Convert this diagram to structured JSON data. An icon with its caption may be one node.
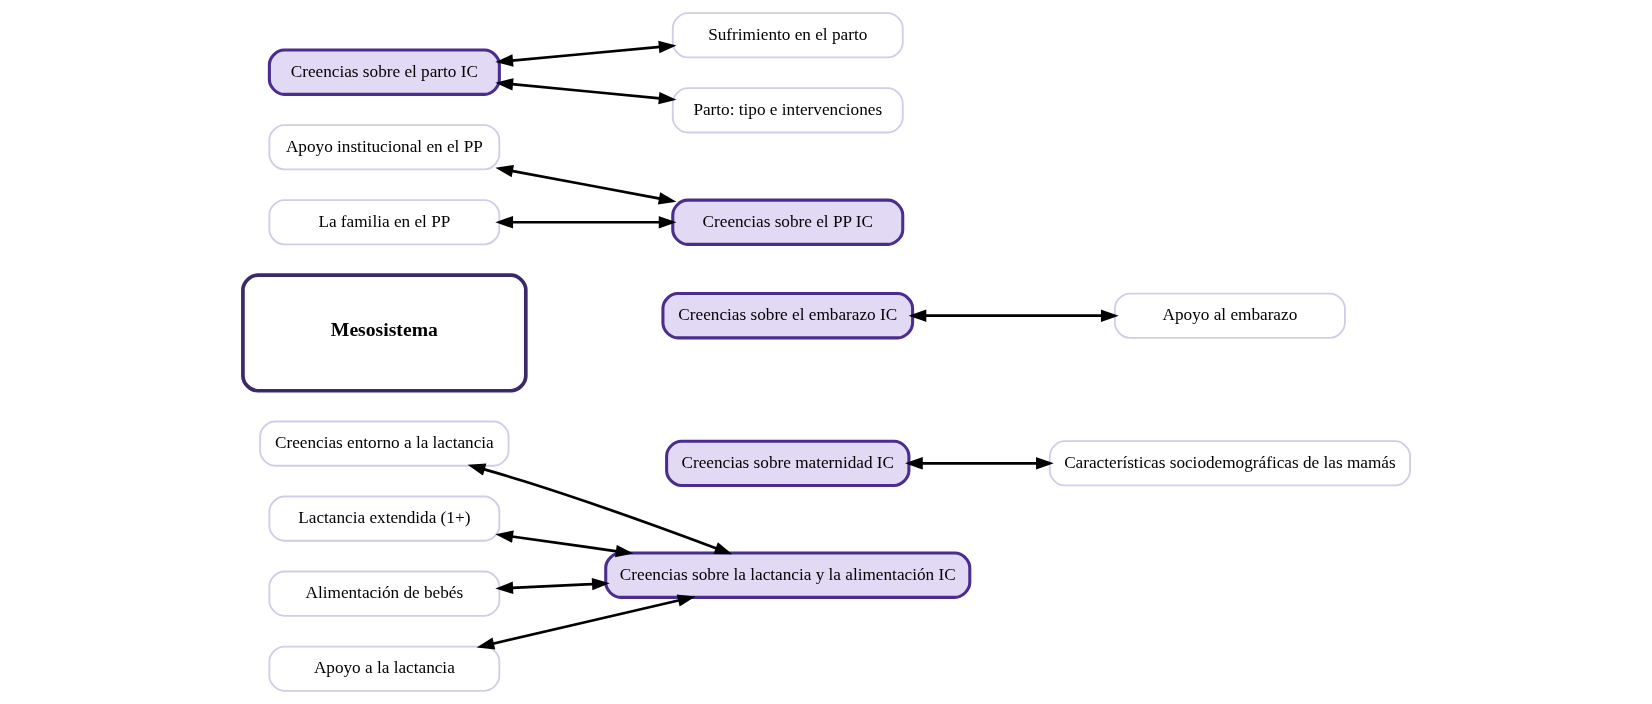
{
  "diagram": {
    "nodes": [
      {
        "text": [
          "Creencias entorno a la lactancia"
        ]
      },
      {
        "text": [
          "Lactancia extendida (1+)"
        ]
      },
      {
        "text": [
          "Alimentación de bebés"
        ]
      },
      {
        "text": [
          "Apoyo a la lactancia"
        ]
      },
      {
        "text": [
          "Creencias sobre la lactancia y la alimentación IC"
        ]
      },
      {
        "text": [
          "Creencias sobre maternidad IC"
        ]
      },
      {
        "text": [
          "Características sociodemográficas de las mamás"
        ]
      },
      {
        "text": [
          "Mesosistema"
        ]
      },
      {
        "text": [
          "Creencias sobre el embarazo IC"
        ]
      },
      {
        "text": [
          "Apoyo al embarazo"
        ]
      },
      {
        "text": [
          "Creencias sobre el PP IC"
        ]
      },
      {
        "text": [
          "Apoyo institucional en el PP"
        ]
      },
      {
        "text": [
          "La familia en el PP"
        ]
      },
      {
        "text": [
          "Creencias sobre el parto IC"
        ]
      },
      {
        "text": [
          "Sufrimiento en el parto"
        ]
      },
      {
        "text": [
          "Parto: tipo e intervenciones"
        ]
      }
    ],
    "edges": [
      {
        "from": 0,
        "to": 4,
        "arrow": "both"
      },
      {
        "from": 1,
        "to": 4,
        "arrow": "both"
      },
      {
        "from": 2,
        "to": 4,
        "arrow": "both"
      },
      {
        "from": 3,
        "to": 4,
        "arrow": "both"
      },
      {
        "from": 5,
        "to": 6,
        "arrow": "both"
      },
      {
        "from": 8,
        "to": 9,
        "arrow": "both"
      },
      {
        "from": 11,
        "to": 10,
        "arrow": "both"
      },
      {
        "from": 12,
        "to": 10,
        "arrow": "both"
      },
      {
        "from": 13,
        "to": 14,
        "arrow": "both"
      },
      {
        "from": 13,
        "to": 15,
        "arrow": "both"
      }
    ]
  }
}
